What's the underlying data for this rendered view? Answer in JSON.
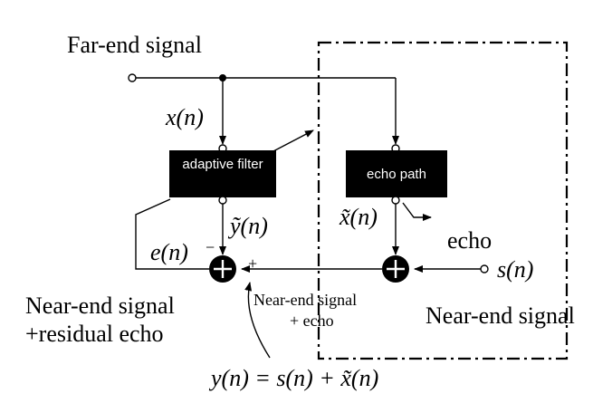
{
  "labels": {
    "far_end": "Far-end signal",
    "x_n": "x(n)",
    "adaptive_filter": "adaptive filter",
    "echo_path": "echo path",
    "y_tilde_n": "ỹ(n)",
    "x_tilde_n": "x̃(n)",
    "echo": "echo",
    "e_n": "e(n)",
    "minus": "−",
    "plus": "+",
    "s_n": "s(n)",
    "near_end_residual_line1": "Near-end signal",
    "near_end_residual_line2": "+residual echo",
    "near_end_echo_line1": "Near-end signal",
    "near_end_echo_line2": "+ echo",
    "near_end_right": "Near-end signal",
    "equation": "y(n) = s(n) + x̃(n)"
  },
  "colors": {
    "line": "#000000",
    "block_fill": "#000000",
    "block_text": "#ffffff"
  }
}
